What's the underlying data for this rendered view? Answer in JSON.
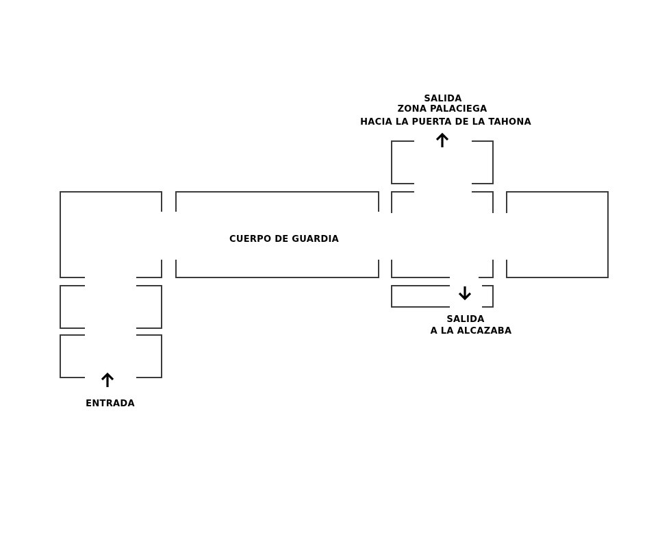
{
  "labels": {
    "entrance": "ENTRADA",
    "guard_room": "CUERPO DE GUARDIA",
    "exit_north_line1": "SALIDA",
    "exit_north_line2": "ZONA PALACIEGA",
    "exit_north_line3": "HACIA LA PUERTA DE LA TAHONA",
    "exit_south_line1": "SALIDA",
    "exit_south_line2": "A LA ALCAZABA"
  },
  "arrows": {
    "entrance": "up-arrow-icon",
    "exit_north": "up-arrow-icon",
    "exit_south": "down-arrow-icon"
  },
  "colors": {
    "walls": "#3a3a3a",
    "text": "#000000",
    "background": "#ffffff"
  }
}
